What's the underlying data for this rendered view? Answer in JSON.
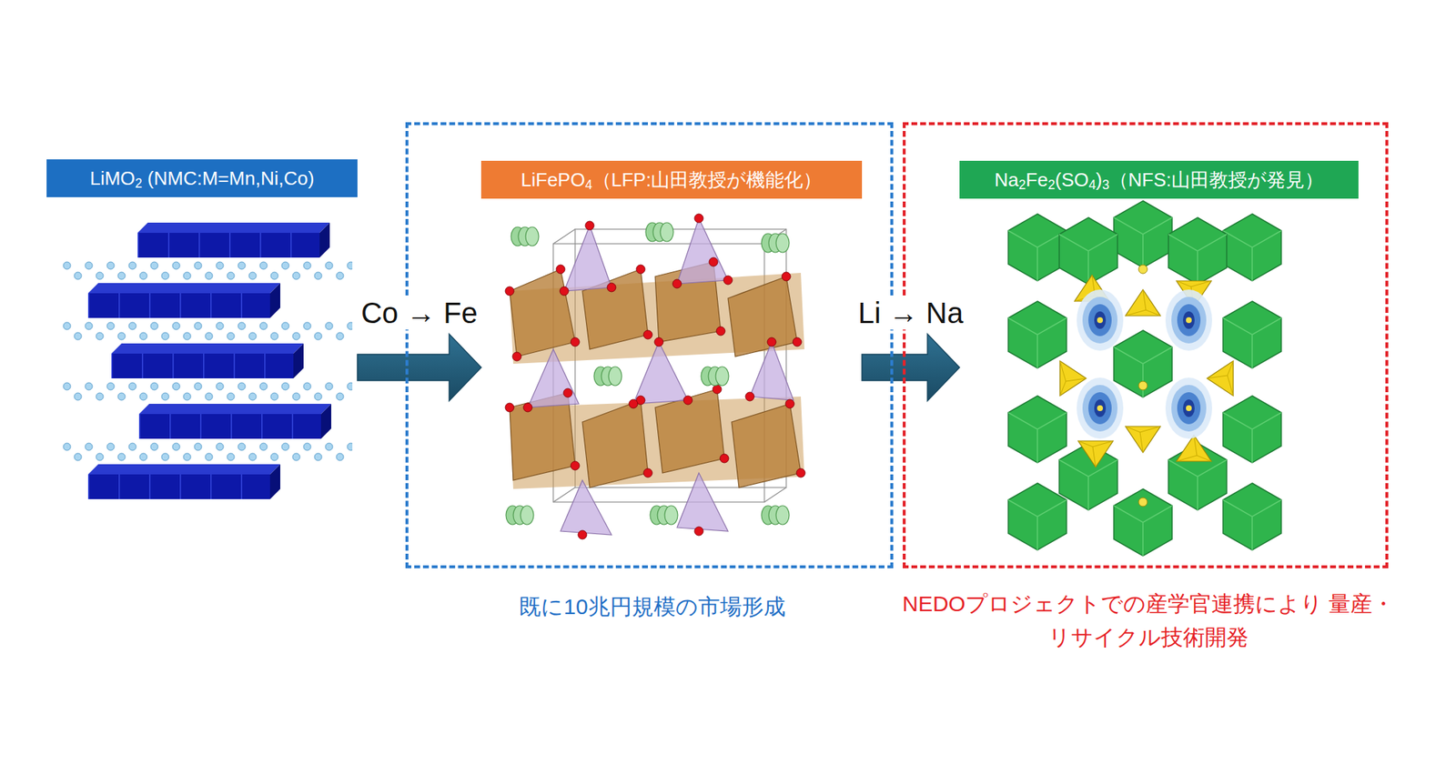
{
  "diagram": {
    "nodes": [
      {
        "text": [
          "LiMO2 (NMC:M=Mn,Ni,Co)"
        ]
      },
      {
        "text": [
          "既に10兆円規模の市場形成"
        ]
      },
      {
        "text": [
          "LiFePO4（LFP:山田教授が機能化）"
        ],
        "in": 1
      },
      {
        "text": [
          "NEDOプロジェクトでの産学官連携により 量産・リサイクル技術開発"
        ]
      },
      {
        "text": [
          "Na2Fe2(SO4)3（NFS:山田教授が発見）"
        ],
        "in": 3
      }
    ],
    "edges": [
      {
        "from": 0,
        "to": 2,
        "arrow": "to",
        "label": "Co → Fe"
      },
      {
        "from": 2,
        "to": 4,
        "arrow": "to",
        "label": "Li → Na"
      }
    ]
  }
}
